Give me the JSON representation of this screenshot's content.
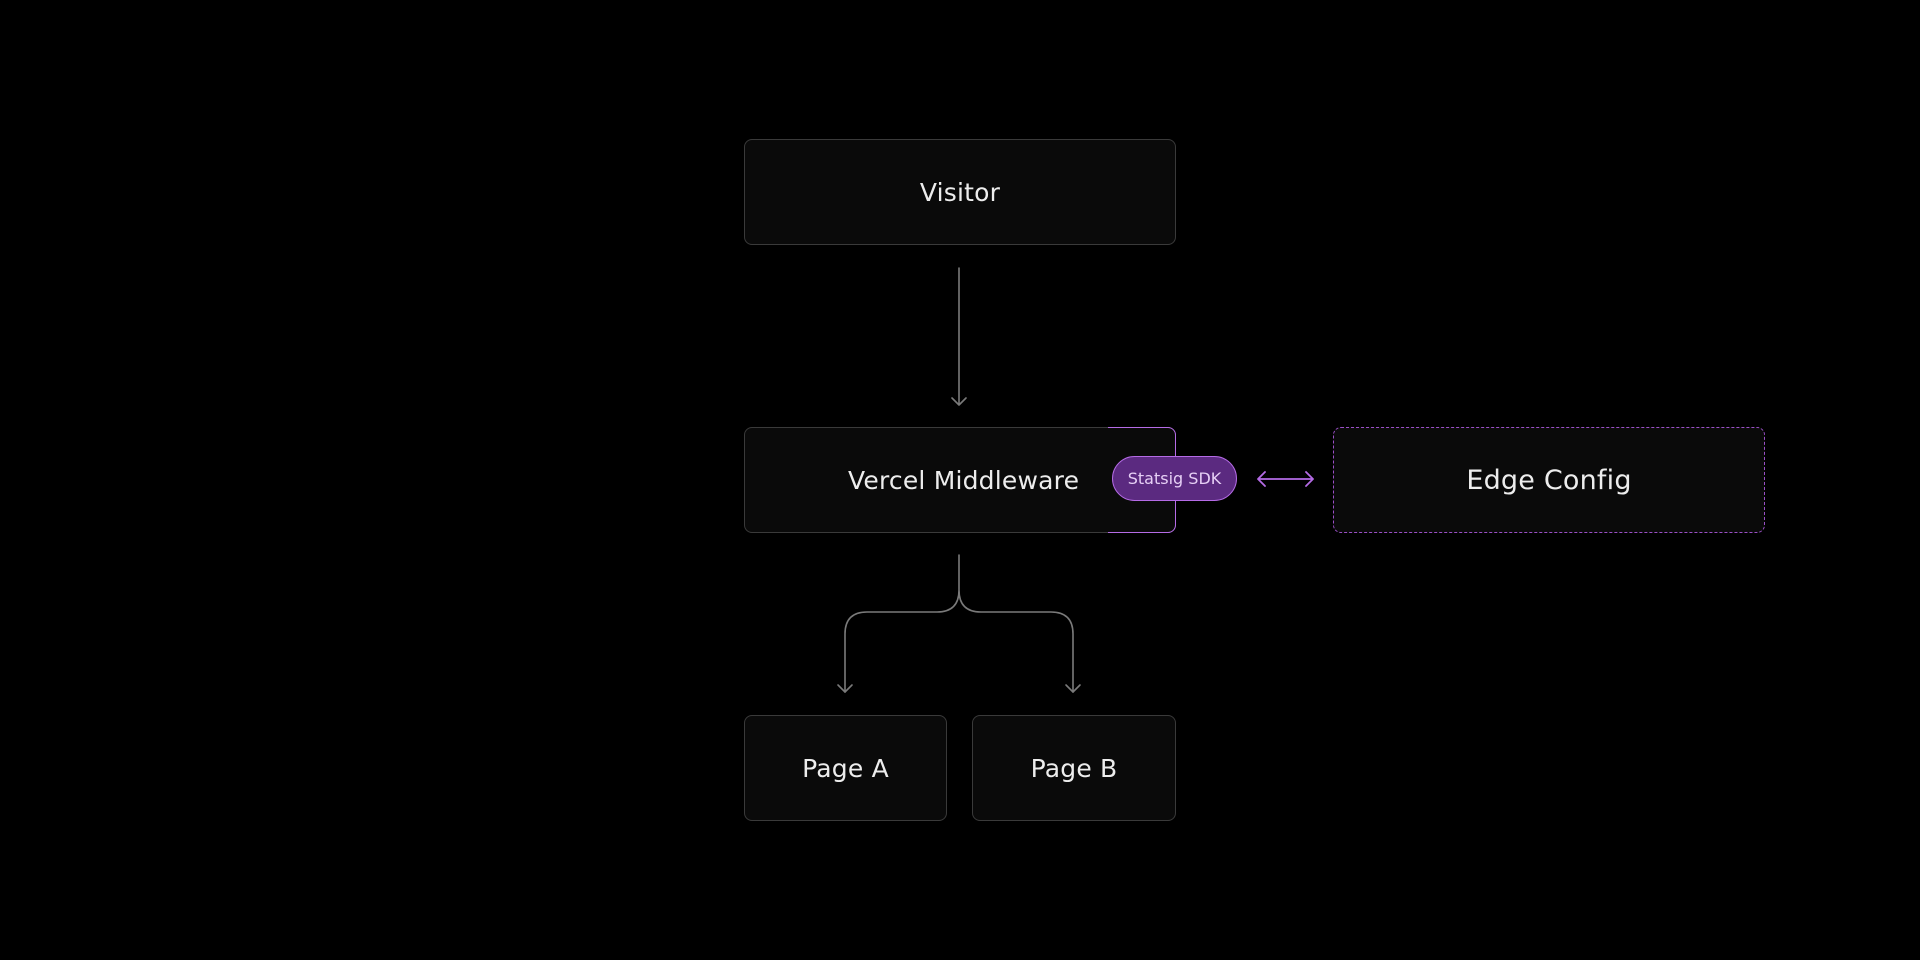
{
  "diagram": {
    "nodes": {
      "visitor": {
        "label": "Visitor"
      },
      "middleware": {
        "label": "Vercel Middleware"
      },
      "edge_config": {
        "label": "Edge Config"
      },
      "page_a": {
        "label": "Page A"
      },
      "page_b": {
        "label": "Page B"
      }
    },
    "badge": {
      "label": "Statsig SDK"
    },
    "edges": [
      {
        "from": "Visitor",
        "to": "Vercel Middleware",
        "style": "solid-arrow"
      },
      {
        "from": "Vercel Middleware",
        "to": "Page A",
        "style": "solid-arrow"
      },
      {
        "from": "Vercel Middleware",
        "to": "Page B",
        "style": "solid-arrow"
      },
      {
        "from": "Statsig SDK",
        "to": "Edge Config",
        "style": "double-arrow"
      }
    ]
  },
  "colors": {
    "background": "#000000",
    "node_fill": "#0a0a0a",
    "node_border": "#3a3a3a",
    "connector": "#7a7a7a",
    "accent": "#b56be6",
    "accent_dashed": "#9a4fc7",
    "badge_fill": "#5b2a80"
  }
}
